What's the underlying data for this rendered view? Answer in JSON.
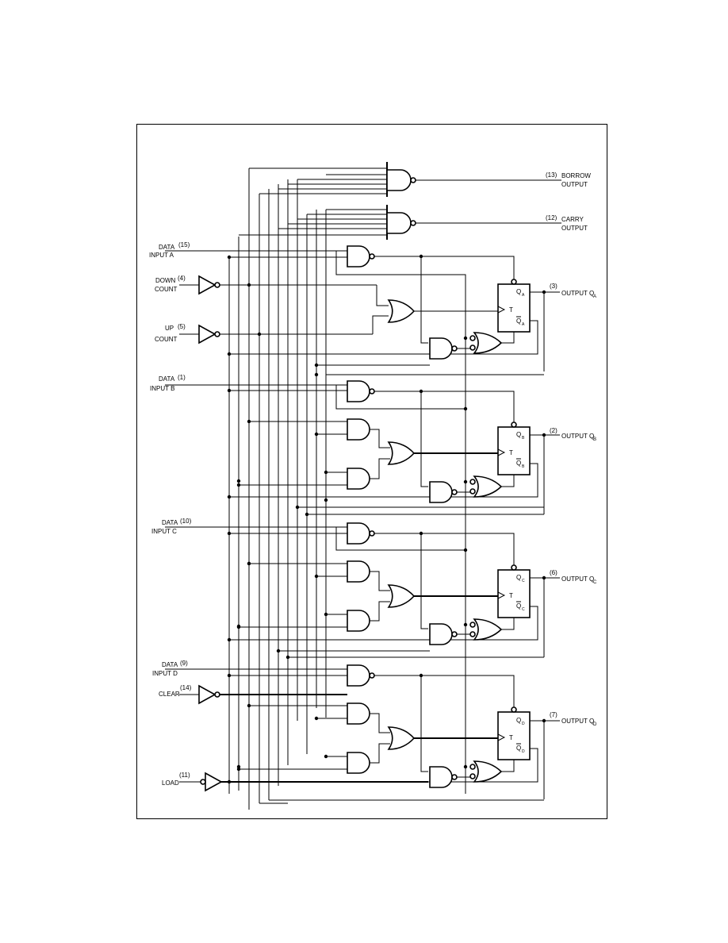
{
  "diagram": {
    "inputs": {
      "data_a": {
        "pin": "(15)",
        "line1": "DATA",
        "line2": "INPUT A"
      },
      "down_count": {
        "pin": "(4)",
        "line1": "DOWN",
        "line2": "COUNT"
      },
      "up_count": {
        "pin": "(5)",
        "line1": "UP",
        "line2": "COUNT"
      },
      "data_b": {
        "pin": "(1)",
        "line1": "DATA",
        "line2": "INPUT B"
      },
      "data_c": {
        "pin": "(10)",
        "line1": "DATA",
        "line2": "INPUT C"
      },
      "data_d": {
        "pin": "(9)",
        "line1": "DATA",
        "line2": "INPUT D"
      },
      "clear": {
        "pin": "(14)",
        "line1": "CLEAR"
      },
      "load": {
        "pin": "(11)",
        "line1": "LOAD"
      }
    },
    "outputs": {
      "borrow": {
        "pin": "(13)",
        "line1": "BORROW",
        "line2": "OUTPUT"
      },
      "carry": {
        "pin": "(12)",
        "line1": "CARRY",
        "line2": "OUTPUT"
      },
      "qa": {
        "pin": "(3)",
        "label": "OUTPUT Q",
        "sub": "A"
      },
      "qb": {
        "pin": "(2)",
        "label": "OUTPUT Q",
        "sub": "B"
      },
      "qc": {
        "pin": "(6)",
        "label": "OUTPUT Q",
        "sub": "C"
      },
      "qd": {
        "pin": "(7)",
        "label": "OUTPUT Q",
        "sub": "D"
      }
    },
    "flipflop": {
      "q": "Q",
      "t": "T",
      "subs": [
        "A",
        "B",
        "C",
        "D"
      ]
    }
  }
}
